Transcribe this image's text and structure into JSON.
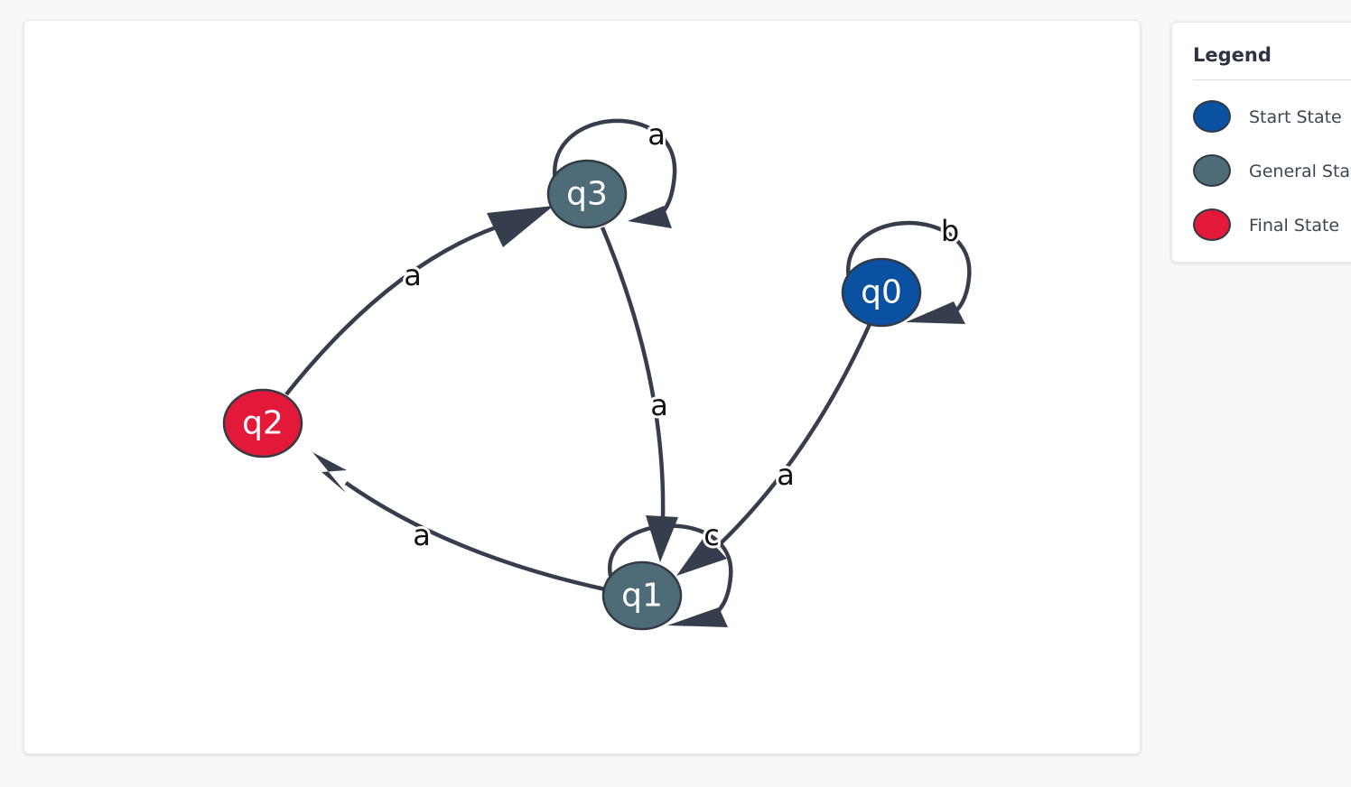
{
  "legend": {
    "title": "Legend",
    "items": [
      {
        "label": "Start State",
        "color": "#0b51a1"
      },
      {
        "label": "General State",
        "color": "#4d6c78"
      },
      {
        "label": "Final State",
        "color": "#e3193a"
      }
    ]
  },
  "colors": {
    "edge": "#363e4d",
    "node_border": "#333a44",
    "node_text": "#ffffff",
    "label_text": "#111111"
  },
  "graph": {
    "nodes": [
      {
        "id": "q0",
        "label": "q0",
        "kind": "start"
      },
      {
        "id": "q1",
        "label": "q1",
        "kind": "general"
      },
      {
        "id": "q2",
        "label": "q2",
        "kind": "final"
      },
      {
        "id": "q3",
        "label": "q3",
        "kind": "general"
      }
    ],
    "edges": [
      {
        "from": "q0",
        "to": "q0",
        "label": "b"
      },
      {
        "from": "q0",
        "to": "q1",
        "label": "a"
      },
      {
        "from": "q1",
        "to": "q1",
        "label": "c"
      },
      {
        "from": "q1",
        "to": "q2",
        "label": "a"
      },
      {
        "from": "q2",
        "to": "q3",
        "label": "a"
      },
      {
        "from": "q3",
        "to": "q3",
        "label": "a"
      },
      {
        "from": "q3",
        "to": "q1",
        "label": "a"
      }
    ]
  }
}
